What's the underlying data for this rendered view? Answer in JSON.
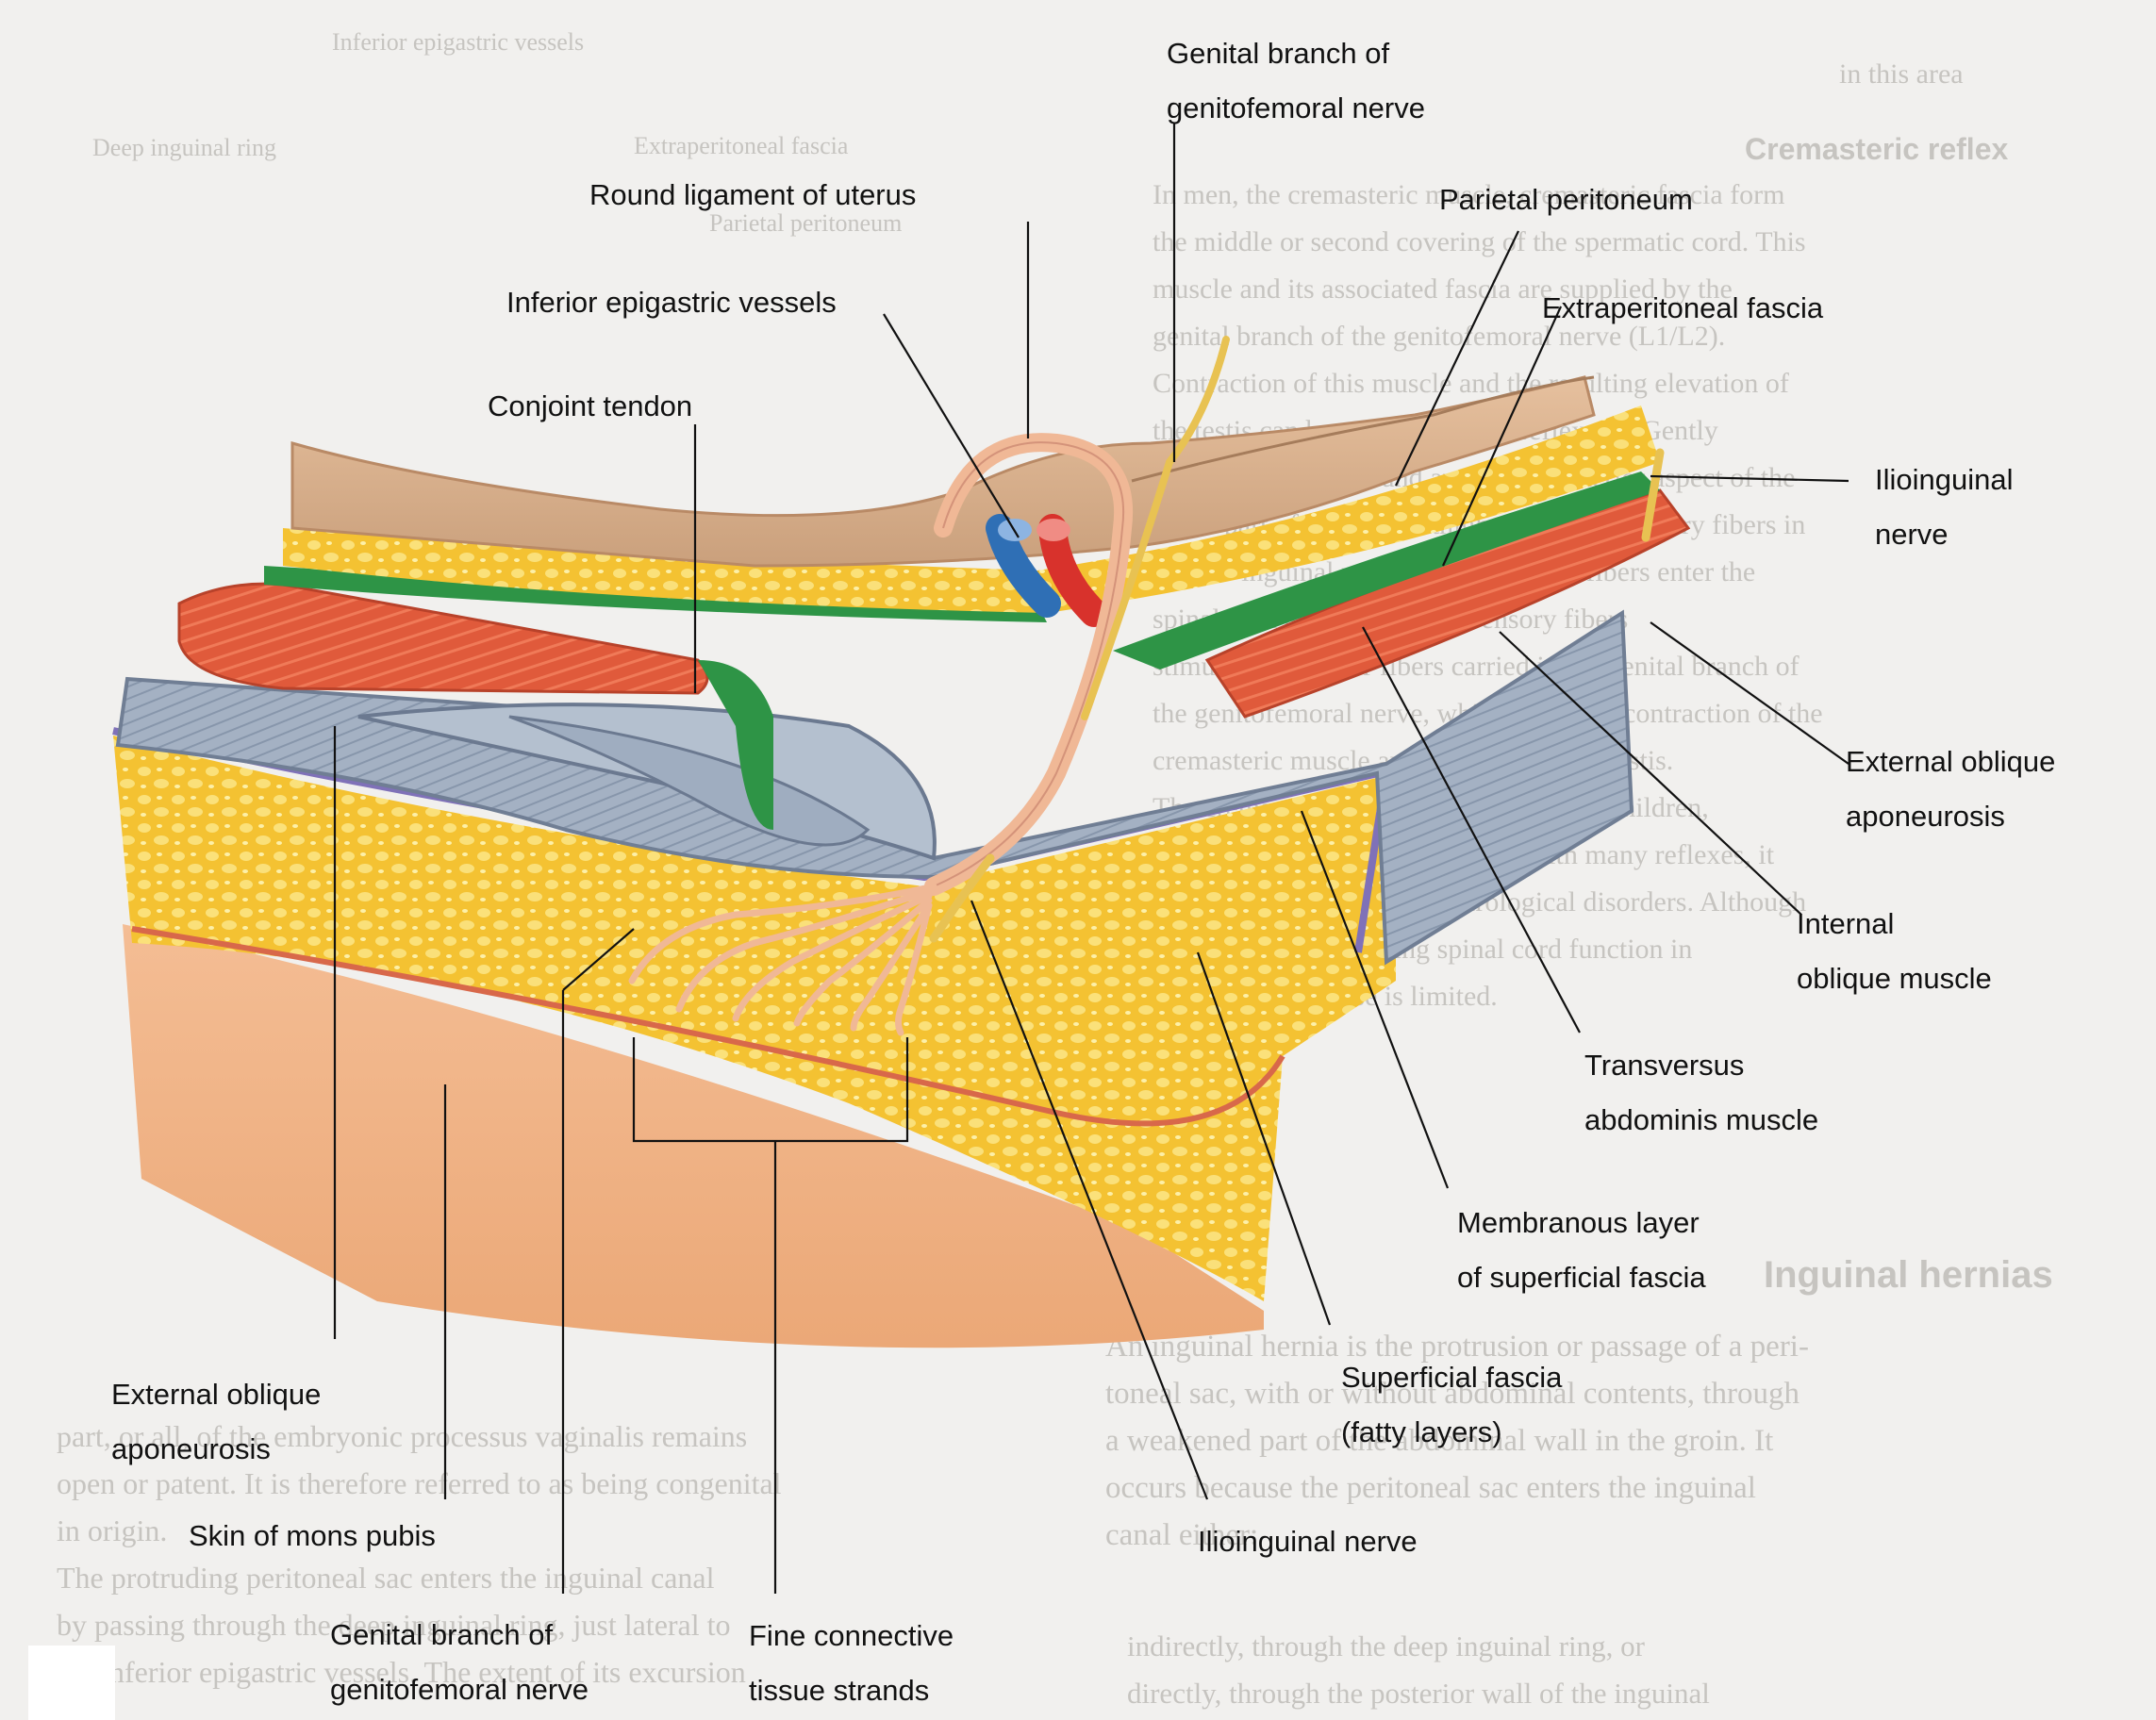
{
  "diagram": {
    "labels": {
      "genital_branch_top": [
        "Genital branch of",
        "genitofemoral nerve"
      ],
      "round_ligament": "Round ligament of uterus",
      "parietal_peritoneum": "Parietal peritoneum",
      "inferior_epigastric": "Inferior epigastric vessels",
      "extraperitoneal_fascia": "Extraperitoneal fascia",
      "conjoint_tendon": "Conjoint tendon",
      "ilioinguinal_nerve_right": [
        "Ilioinguinal",
        "nerve"
      ],
      "external_oblique_right": [
        "External oblique",
        "aponeurosis"
      ],
      "internal_oblique": [
        "Internal",
        "oblique muscle"
      ],
      "transversus": [
        "Transversus",
        "abdominis muscle"
      ],
      "membranous_layer": [
        "Membranous layer",
        "of superficial fascia"
      ],
      "superficial_fascia": [
        "Superficial fascia",
        "(fatty layers)"
      ],
      "ilioinguinal_nerve_bottom": "Ilioinguinal nerve",
      "external_oblique_left": [
        "External oblique",
        "aponeurosis"
      ],
      "skin_mons_pubis": "Skin of mons pubis",
      "genital_branch_bottom": [
        "Genital branch of",
        "genitofemoral nerve"
      ],
      "fine_connective": [
        "Fine connective",
        "tissue strands"
      ]
    }
  },
  "background_page": {
    "top_left_labels": [
      "Inferior epigastric vessels",
      "Deep inguinal ring",
      "Extraperitoneal fascia",
      "Parietal peritoneum"
    ],
    "right_column": {
      "in_line": "in this area",
      "heading": "Cremasteric reflex",
      "lines": [
        "In men, the cremasteric muscle, cremasteric fascia form",
        "the middle or second covering of the spermatic cord. This",
        "muscle and its associated fascia are supplied by the",
        "genital branch of the genitofemoral nerve (L1/L2).",
        "Contraction of this muscle and the resulting elevation of",
        "the testis can be stimulated by a reflex arc. Gently",
        "touching the skin at and around the anterior aspect of the",
        "upper part of the medial thigh stimulates sensory fibers in",
        "the ilio-inguinal nerve. These sensory fibers enter the",
        "spinal cord at level L1. The sensory fibers",
        "stimulate the motor fibers carried in the genital branch of",
        "the genitofemoral nerve, which results in contraction of the",
        "cremasteric muscle and elevation of the testis.",
        "The cremasteric reflex is more active in children,",
        "tending to diminish with age. As with many reflexes, it",
        "may be absent in certain neurological disorders. Although",
        "it can be used for testing spinal cord function in",
        "men, its clinical use is limited."
      ],
      "section_heading": "Inguinal hernias",
      "section_lines": [
        "An inguinal hernia is the protrusion or passage of a peri-",
        "toneal sac, with or without abdominal contents, through",
        "a weakened part of the abdominal wall in the groin. It",
        "occurs because the peritoneal sac enters the inguinal",
        "canal either:"
      ],
      "bullets": [
        "indirectly, through the deep inguinal ring, or",
        "directly, through the posterior wall of the inguinal"
      ]
    },
    "left_column_lines": [
      "part, or all, of the embryonic processus vaginalis remains",
      "open or patent. It is therefore referred to as being congenital",
      "in origin.",
      "The protruding peritoneal sac enters the inguinal canal",
      "by passing through the deep inguinal ring, just lateral to",
      "the inferior epigastric vessels. The extent of its excursion"
    ]
  },
  "colors": {
    "fat_yellow": "#f6c83a",
    "skin": "#f0b184",
    "muscle_red": "#e0573a",
    "transversus_green": "#2e9446",
    "peritoneum_tan": "#dcb090",
    "aponeurosis_grey": "#9aa8bb",
    "membranous_purple": "#8c7fc0",
    "artery_red": "#d8322c",
    "vein_blue": "#2f6fb5",
    "nerve_yellow": "#e8c252",
    "ligament_pink": "#f0b896"
  }
}
